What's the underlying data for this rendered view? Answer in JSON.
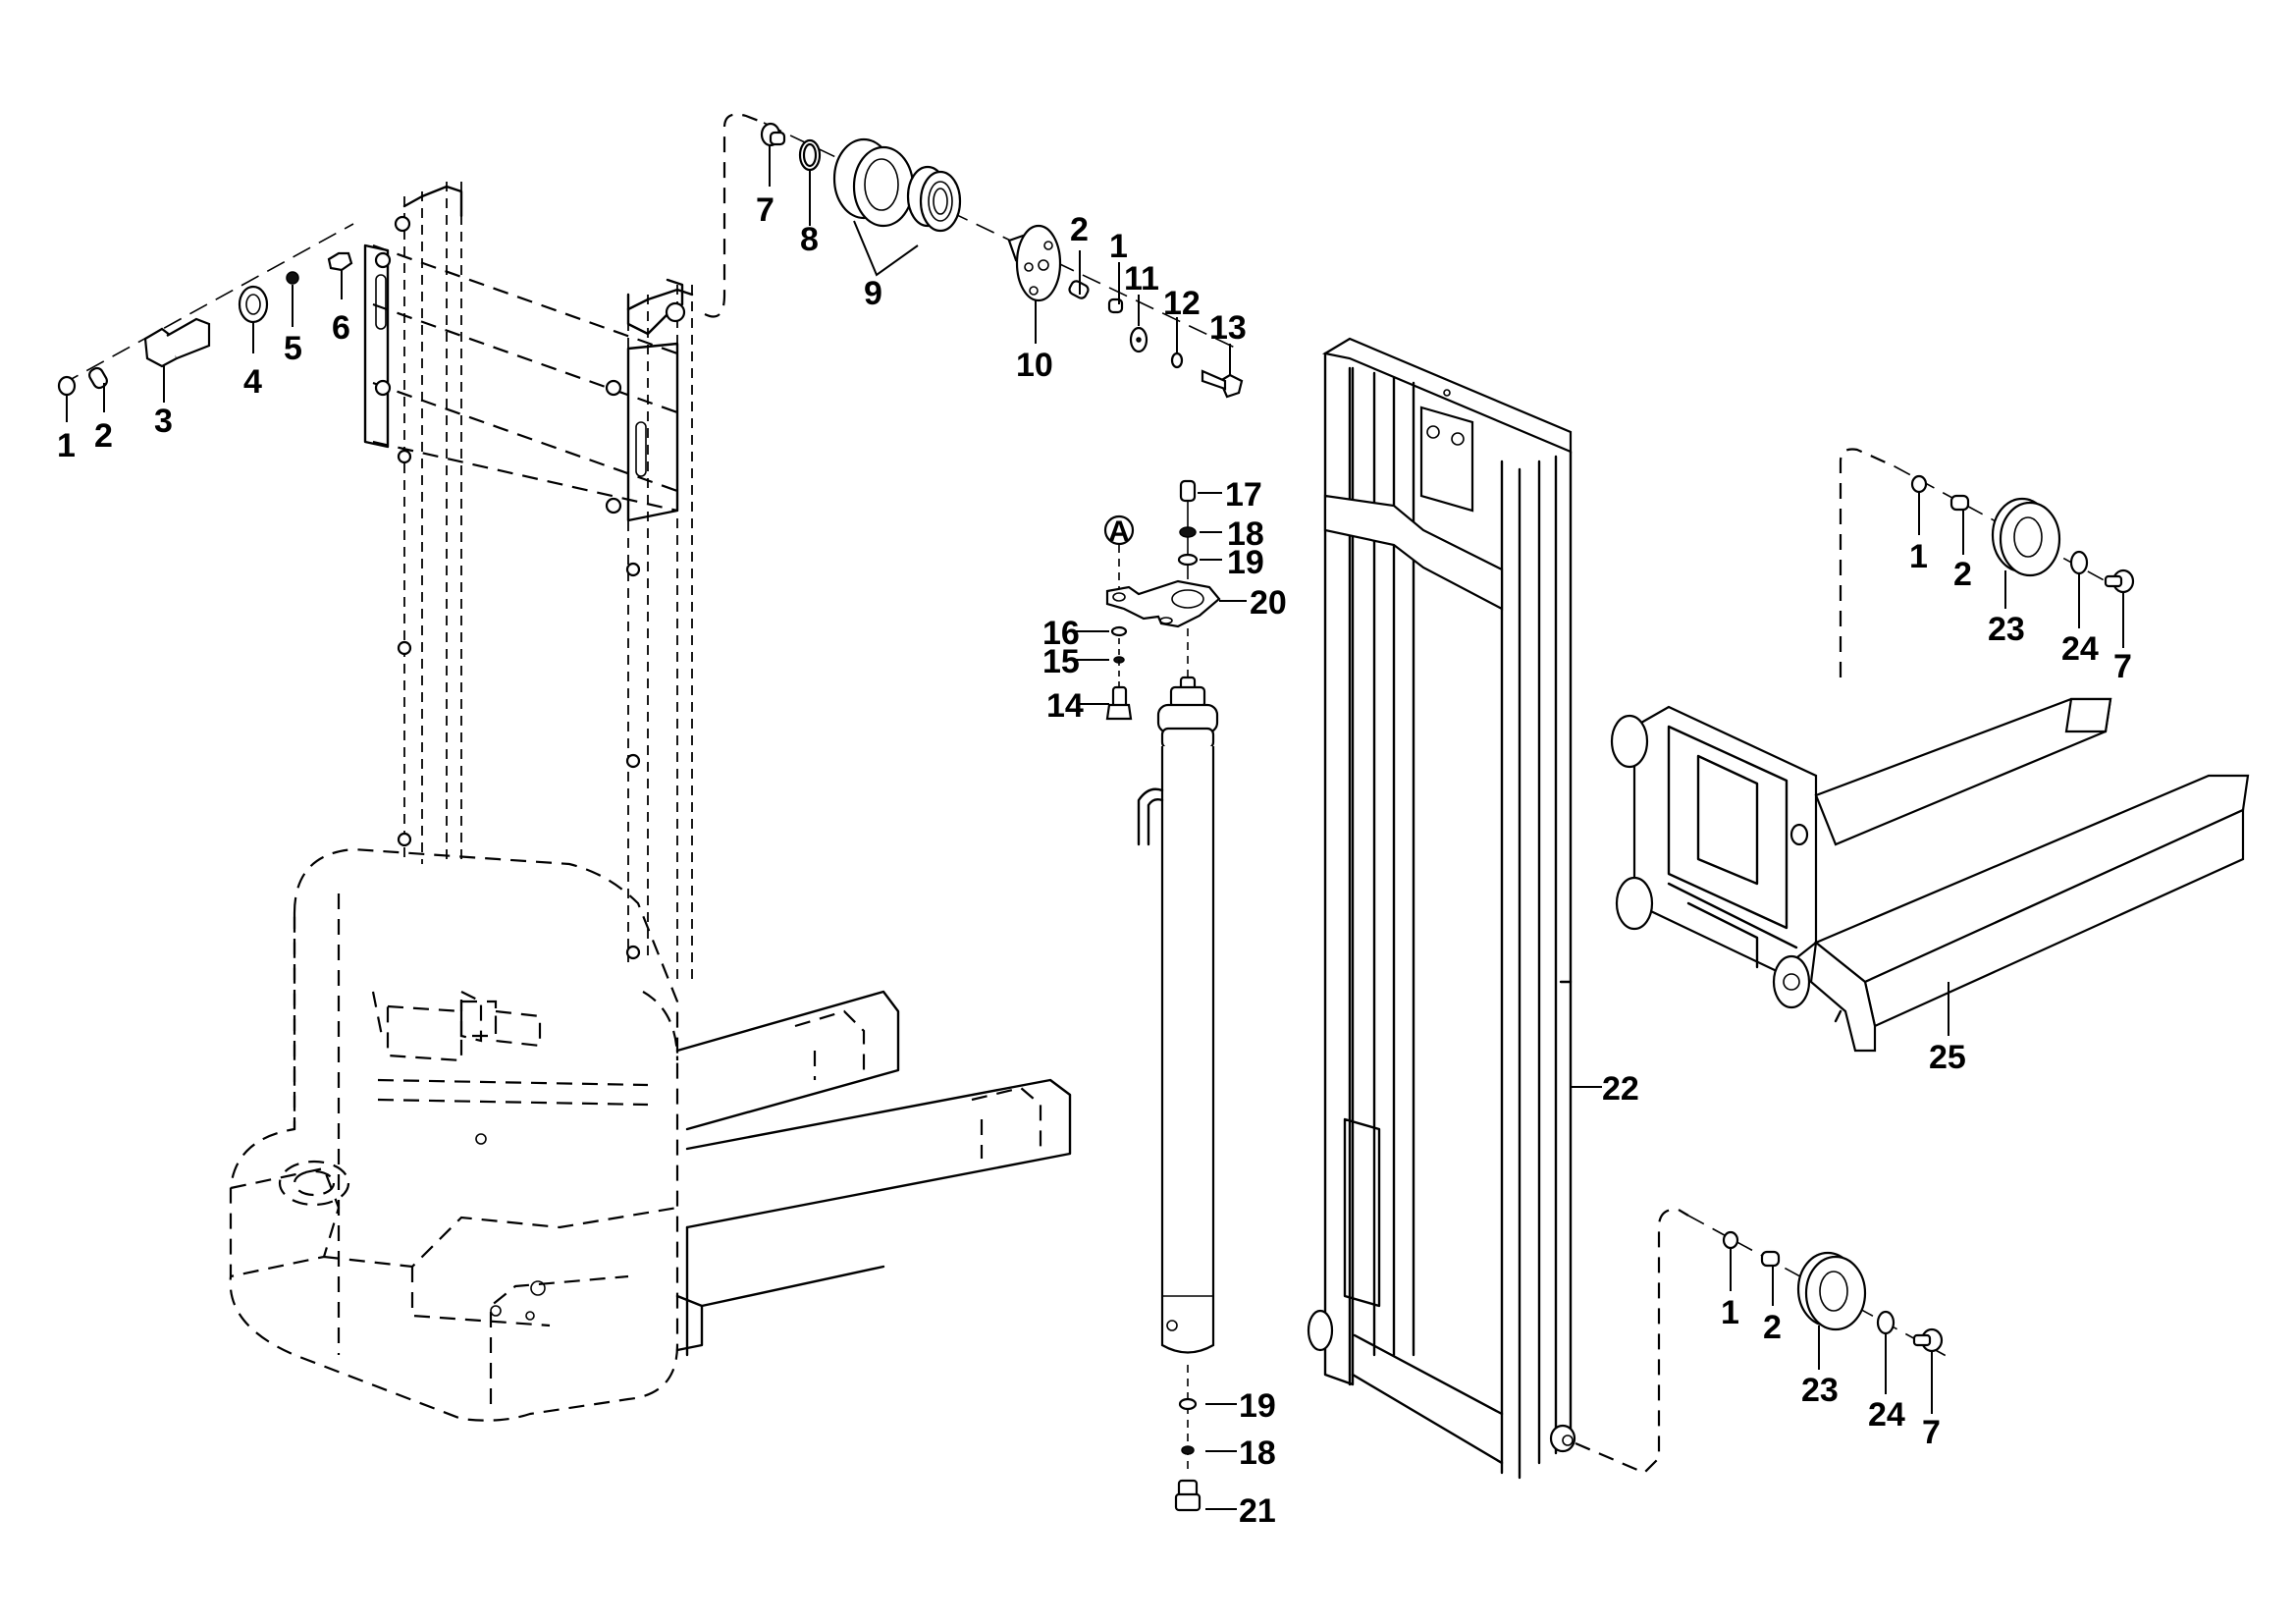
{
  "diagram": {
    "type": "exploded-parts-diagram",
    "subject": "stacker mast, lift cylinder and fork carriage assembly",
    "detail_marker": "A",
    "callouts": [
      {
        "id": "c1-a",
        "label": "1"
      },
      {
        "id": "c2-a",
        "label": "2"
      },
      {
        "id": "c3",
        "label": "3"
      },
      {
        "id": "c4",
        "label": "4"
      },
      {
        "id": "c5",
        "label": "5"
      },
      {
        "id": "c6",
        "label": "6"
      },
      {
        "id": "c7-a",
        "label": "7"
      },
      {
        "id": "c8",
        "label": "8"
      },
      {
        "id": "c9",
        "label": "9"
      },
      {
        "id": "c10",
        "label": "10"
      },
      {
        "id": "c2-b",
        "label": "2"
      },
      {
        "id": "c1-b",
        "label": "1"
      },
      {
        "id": "c11",
        "label": "11"
      },
      {
        "id": "c12",
        "label": "12"
      },
      {
        "id": "c13",
        "label": "13"
      },
      {
        "id": "c17",
        "label": "17"
      },
      {
        "id": "c18-a",
        "label": "18"
      },
      {
        "id": "c19-a",
        "label": "19"
      },
      {
        "id": "c20",
        "label": "20"
      },
      {
        "id": "c16",
        "label": "16"
      },
      {
        "id": "c15",
        "label": "15"
      },
      {
        "id": "c14",
        "label": "14"
      },
      {
        "id": "c19-b",
        "label": "19"
      },
      {
        "id": "c18-b",
        "label": "18"
      },
      {
        "id": "c21",
        "label": "21"
      },
      {
        "id": "c22",
        "label": "22"
      },
      {
        "id": "c1-c",
        "label": "1"
      },
      {
        "id": "c2-c",
        "label": "2"
      },
      {
        "id": "c23-a",
        "label": "23"
      },
      {
        "id": "c24-a",
        "label": "24"
      },
      {
        "id": "c7-b",
        "label": "7"
      },
      {
        "id": "c25",
        "label": "25"
      },
      {
        "id": "c1-d",
        "label": "1"
      },
      {
        "id": "c2-d",
        "label": "2"
      },
      {
        "id": "c23-b",
        "label": "23"
      },
      {
        "id": "c24-b",
        "label": "24"
      },
      {
        "id": "c7-c",
        "label": "7"
      }
    ]
  }
}
